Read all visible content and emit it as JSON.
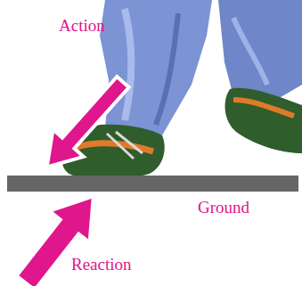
{
  "diagram": {
    "labels": [
      "Action",
      "Ground",
      "Reaction"
    ]
  }
}
